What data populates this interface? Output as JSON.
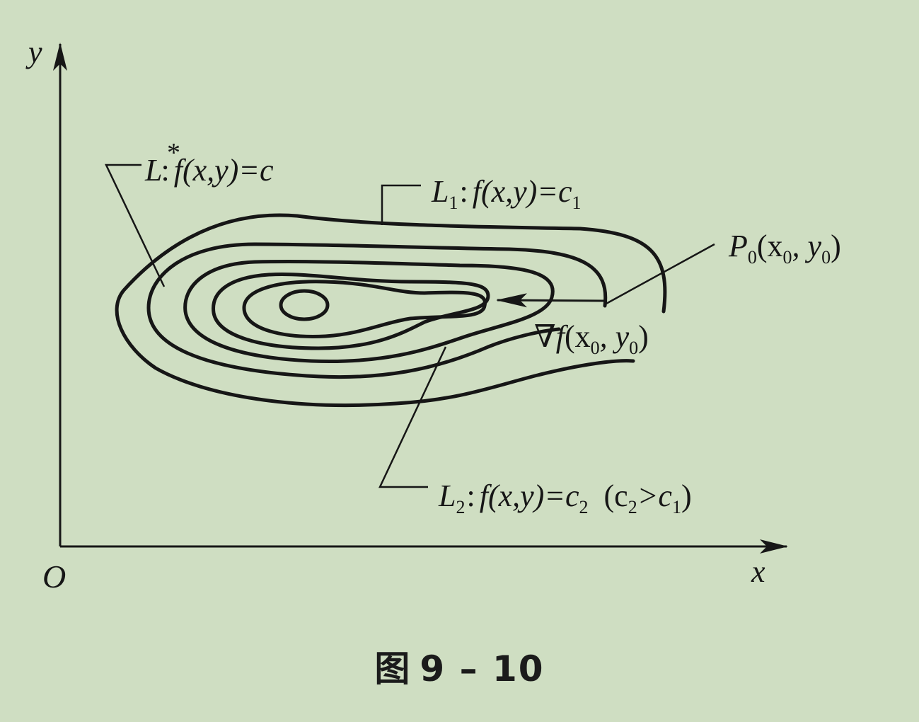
{
  "axes": {
    "y_label": "y",
    "x_label": "x",
    "origin_label": "O"
  },
  "labels": {
    "L_star": {
      "name": "L",
      "star": "*",
      "colon": ":",
      "expr": "f(x,y)=c"
    },
    "L1": {
      "name": "L",
      "sub": "1",
      "colon": ":",
      "expr": "f(x,y)=c",
      "expr_sub": "1"
    },
    "P0": {
      "name": "P",
      "sub": "0",
      "open": "(x",
      "sub_x": "0",
      "mid": ", y",
      "sub_y": "0",
      "close": ")"
    },
    "grad": {
      "nabla": "∇",
      "f": "f",
      "open": "(x",
      "sub_x": "0",
      "mid": ", y",
      "sub_y": "0",
      "close": ")"
    },
    "L2": {
      "name": "L",
      "sub": "2",
      "colon": ":",
      "expr": "f(x,y)=c",
      "expr_sub": "2",
      "cond_open": "(c",
      "cond_sub1": "2",
      "cond_gt": ">c",
      "cond_sub2": "1",
      "cond_close": ")"
    }
  },
  "caption": {
    "prefix": "图",
    "number": "9 – 10"
  },
  "colors": {
    "background": "#cfdec2",
    "ink": "#161616"
  }
}
